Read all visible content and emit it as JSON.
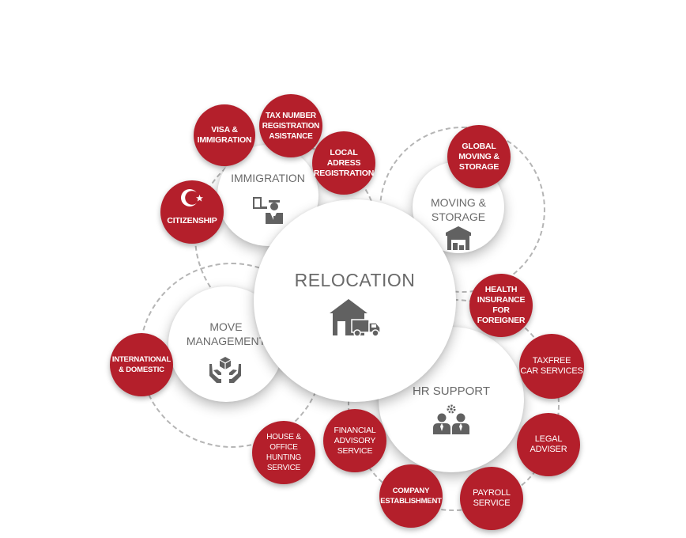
{
  "center": {
    "title": "RELOCATION",
    "icon": "house-truck-icon"
  },
  "hubs": {
    "immigration": {
      "title": "IMMIGRATION",
      "icon": "passport-officer-icon"
    },
    "moving": {
      "title_line1": "MOVING &",
      "title_line2": "STORAGE",
      "icon": "warehouse-icon"
    },
    "move_management": {
      "title_line1": "MOVE",
      "title_line2": "MANAGEMENT",
      "icon": "hands-box-icon"
    },
    "hr": {
      "title": "HR SUPPORT",
      "icon": "people-gear-icon"
    }
  },
  "services": [
    {
      "label": "VISA &\nIMMIGRATION"
    },
    {
      "label": "TAX NUMBER\nREGISTRATION\nASISTANCE"
    },
    {
      "label": "LOCAL\nADRESS\nREGISTRATION"
    },
    {
      "label": "CITIZENSHIP",
      "icon": "turkish-flag-icon"
    },
    {
      "label": "GLOBAL\nMOVING &\nSTORAGE"
    },
    {
      "label": "HEALTH\nINSURANCE\nFOR\nFOREIGNER"
    },
    {
      "label": "TAXFREE\nCAR SERVICES"
    },
    {
      "label": "INTERNATIONAL\n& DOMESTIC"
    },
    {
      "label": "LEGAL\nADVISER"
    },
    {
      "label": "HOUSE & OFFICE\nHUNTING\nSERVICE"
    },
    {
      "label": "FINANCIAL\nADVISORY\nSERVICE"
    },
    {
      "label": "COMPANY\nESTABLISHMENT"
    },
    {
      "label": "PAYROLL\nSERVICE"
    }
  ],
  "colors": {
    "accent": "#b41f2b",
    "icon_gray": "#616161",
    "text_gray": "#6a6a6a",
    "ring": "#b5b5b5"
  }
}
